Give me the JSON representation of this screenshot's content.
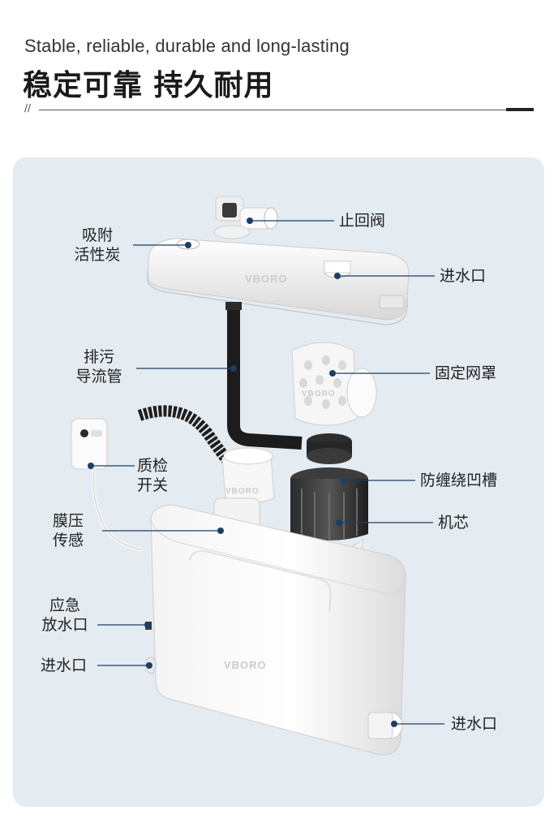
{
  "header": {
    "title_en": "Stable, reliable, durable and long-lasting",
    "title_cn": "稳定可靠 持久耐用",
    "mark": "//"
  },
  "product": {
    "brand_watermark": "VBORO"
  },
  "callouts": {
    "check_valve": "止回阀",
    "activated_carbon_l1": "吸附",
    "activated_carbon_l2": "活性炭",
    "inlet_top": "进水口",
    "discharge_pipe_l1": "排污",
    "discharge_pipe_l2": "导流管",
    "fixed_mesh_cover": "固定网罩",
    "quality_switch_l1": "质检",
    "quality_switch_l2": "开关",
    "anti_tangle_groove": "防缠绕凹槽",
    "pressure_sensor_l1": "膜压",
    "pressure_sensor_l2": "传感",
    "motor_core": "机芯",
    "emergency_drain_l1": "应急",
    "emergency_drain_l2": "放水口",
    "inlet_side": "进水口",
    "inlet_bottom": "进水口"
  },
  "colors": {
    "panel_bg": "#e4ebf1",
    "leader_line": "#1d3f63",
    "dot": "#1d3f63"
  }
}
